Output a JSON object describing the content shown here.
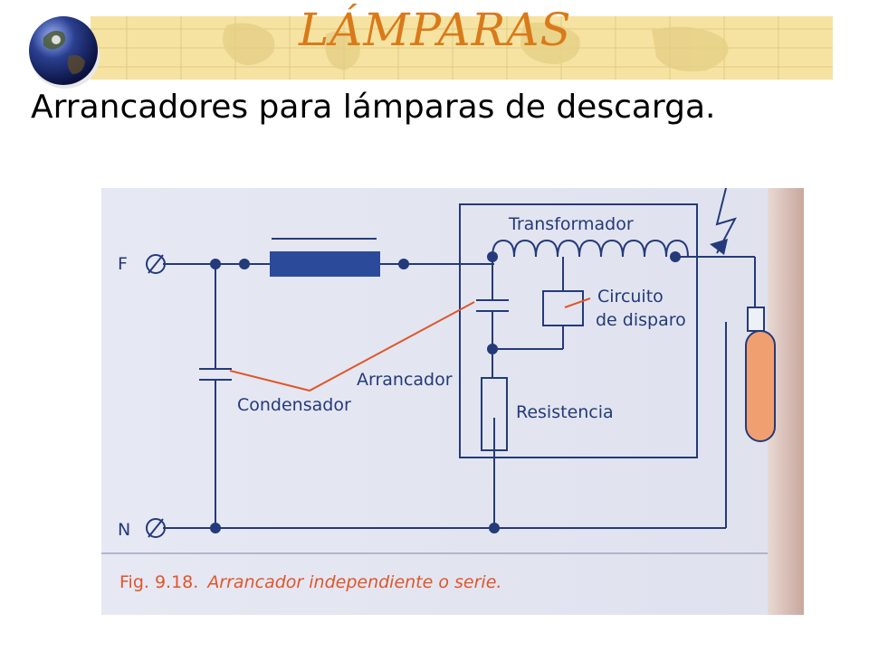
{
  "slide": {
    "title": "LÁMPARAS",
    "subtitle": "Arrancadores para lámparas de descarga."
  },
  "figure": {
    "labels": {
      "transformer": "Transformador",
      "trigger_line1": "Circuito",
      "trigger_line2": "de disparo",
      "starter": "Arrancador",
      "capacitor": "Condensador",
      "resistor": "Resistencia",
      "phase": "F",
      "neutral": "N"
    },
    "caption_number": "Fig. 9.18.",
    "caption_text": "Arrancador independiente o serie."
  },
  "colors": {
    "title": "#d97a1a",
    "banner": "#f6e3a1",
    "wire": "#243a7a",
    "ballast": "#2b4a9a",
    "lamp": "#f0a070",
    "pointer": "#e0562a"
  }
}
